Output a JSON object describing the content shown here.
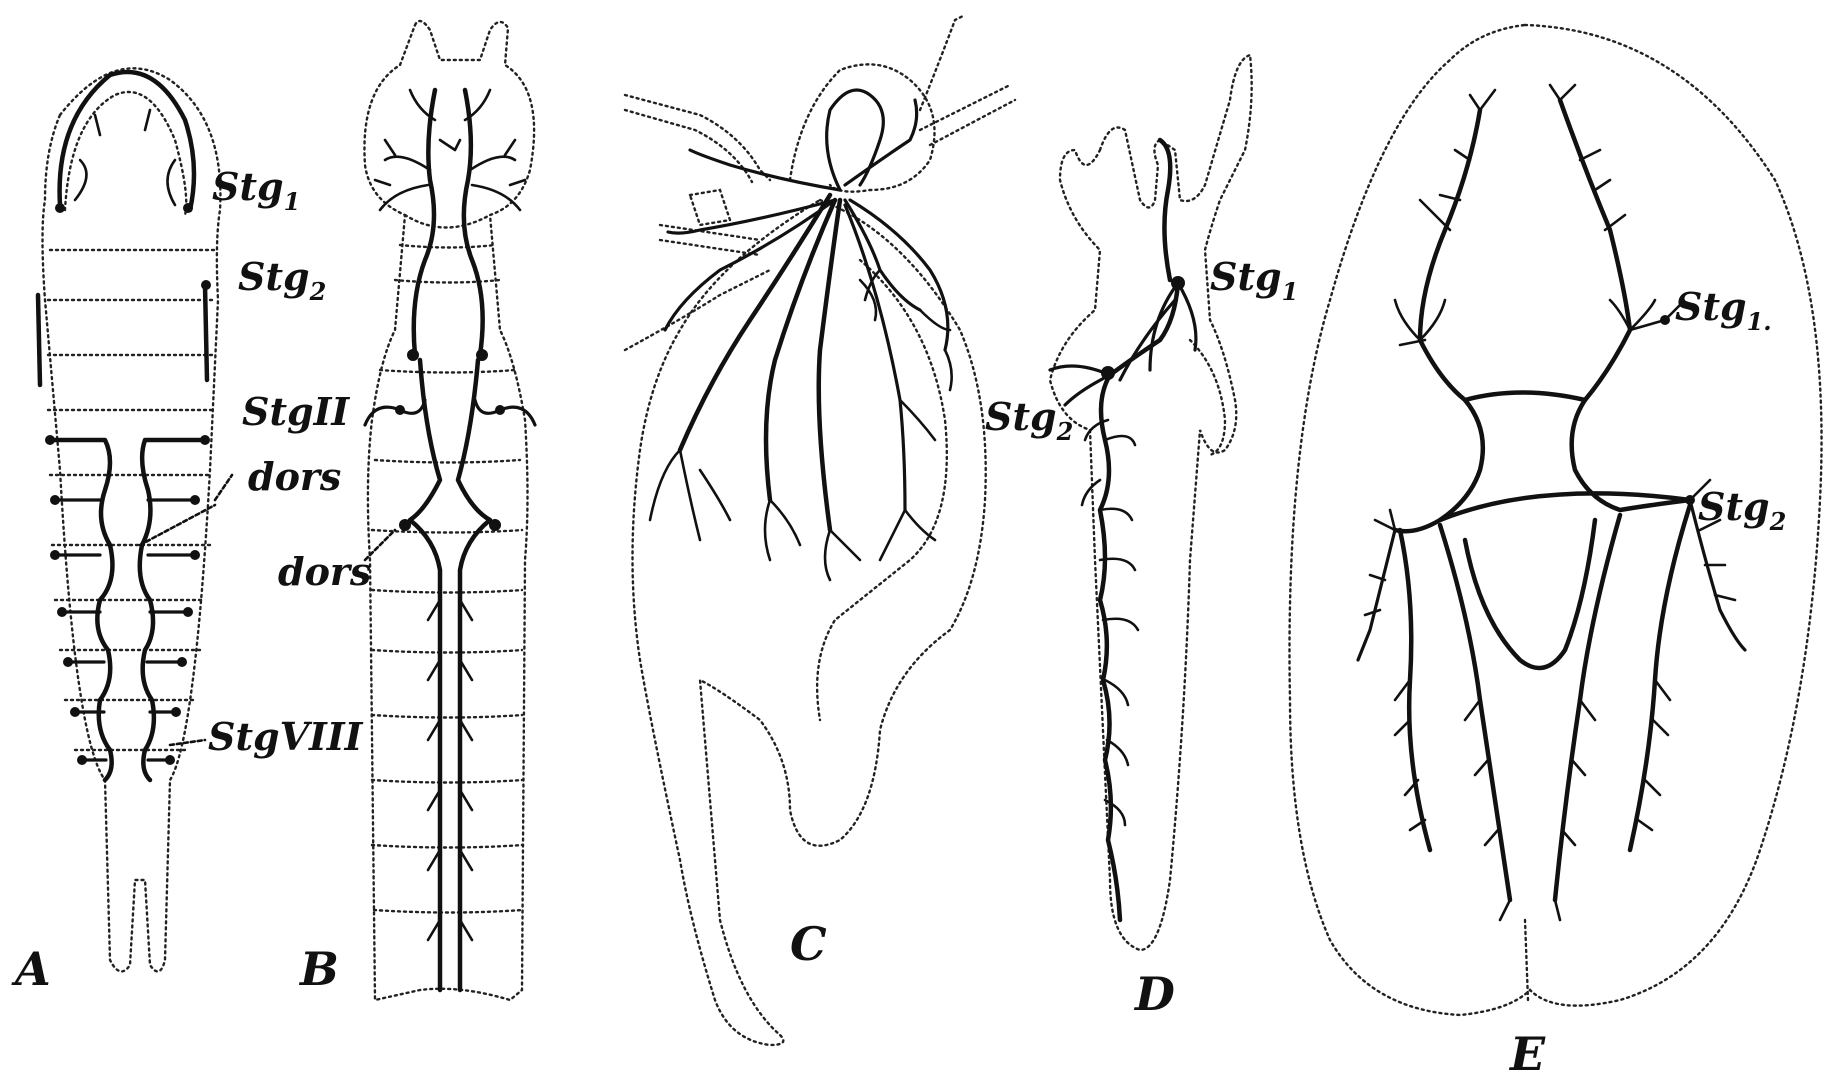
{
  "panels": {
    "a": {
      "letter": "A",
      "stg1": "Stg",
      "stg1_sub": "1",
      "stg2": "Stg",
      "stg2_sub": "2",
      "stgII": "StgII",
      "dors": "dors",
      "stgVIII": "StgVIII"
    },
    "b": {
      "letter": "B",
      "dors": "dors"
    },
    "c": {
      "letter": "C"
    },
    "d": {
      "letter": "D",
      "stg1": "Stg",
      "stg1_sub": "1",
      "stg2": "Stg",
      "stg2_sub": "2"
    },
    "e": {
      "letter": "E",
      "stg1": "Stg",
      "stg1_sub": "1.",
      "stg2": "Stg",
      "stg2_sub": "2"
    }
  }
}
